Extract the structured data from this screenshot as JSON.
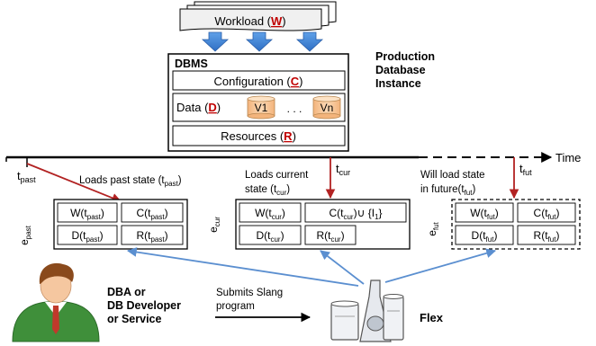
{
  "workload": {
    "prefix": "Workload (",
    "letter": "W",
    "suffix": ")"
  },
  "dbms": {
    "title": "DBMS",
    "configuration": {
      "prefix": "Configuration (",
      "letter": "C",
      "suffix": ")"
    },
    "data": {
      "prefix": "Data (",
      "letter": "D",
      "suffix": ")",
      "v1": "V1",
      "dots": ". . .",
      "vn": "Vn"
    },
    "resources": {
      "prefix": "Resources (",
      "letter": "R",
      "suffix": ")"
    }
  },
  "production_label": [
    "Production",
    "Database",
    "Instance"
  ],
  "timeline": {
    "label": "Time"
  },
  "times": {
    "past": {
      "base": "t",
      "sub": "past"
    },
    "cur": {
      "base": "t",
      "sub": "cur"
    },
    "fut": {
      "base": "t",
      "sub": "fut"
    }
  },
  "annotations": {
    "past": {
      "text": "Loads past state (t",
      "sub": "past",
      "close": ")"
    },
    "cur": {
      "line1": "Loads current",
      "line2": "state (t",
      "sub": "cur",
      "close": ")"
    },
    "fut": {
      "line1": "Will load state",
      "line2": "in future(t",
      "sub": "fut",
      "close": ")"
    }
  },
  "envs": {
    "past": {
      "label": {
        "base": "e",
        "sub": "past"
      },
      "cells": [
        {
          "base": "W(t",
          "sub": "past",
          "tail": ")"
        },
        {
          "base": "C(t",
          "sub": "past",
          "tail": ")"
        },
        {
          "base": "D(t",
          "sub": "past",
          "tail": ")"
        },
        {
          "base": "R(t",
          "sub": "past",
          "tail": ")"
        }
      ]
    },
    "cur": {
      "label": {
        "base": "e",
        "sub": "cur"
      },
      "cells": [
        {
          "base": "W(t",
          "sub": "cur",
          "tail": ")"
        },
        {
          "base": "C(t",
          "sub": "cur",
          "tail": ")∪ {I",
          "sub2": "1",
          "tail2": "}"
        },
        {
          "base": "D(t",
          "sub": "cur",
          "tail": ")"
        },
        {
          "base": "R(t",
          "sub": "cur",
          "tail": ")"
        }
      ]
    },
    "fut": {
      "label": {
        "base": "e",
        "sub": "fut"
      },
      "cells": [
        {
          "base": "W(t",
          "sub": "fut",
          "tail": ")"
        },
        {
          "base": "C(t",
          "sub": "fut",
          "tail": ")"
        },
        {
          "base": "D(t",
          "sub": "fut",
          "tail": ")"
        },
        {
          "base": "R(t",
          "sub": "fut",
          "tail": ")"
        }
      ]
    }
  },
  "actor": {
    "lines": [
      "DBA  or",
      "DB Developer",
      "or Service"
    ]
  },
  "submit": {
    "lines": [
      "Submits Slang",
      "program"
    ]
  },
  "flex": {
    "label": "Flex"
  },
  "colors": {
    "accent_red": "#c00000",
    "arrow_red": "#b22222",
    "blue_arrow": "#3a7fd5",
    "blue_line": "#5b8fd0",
    "cylinder": "#f8c89a"
  }
}
